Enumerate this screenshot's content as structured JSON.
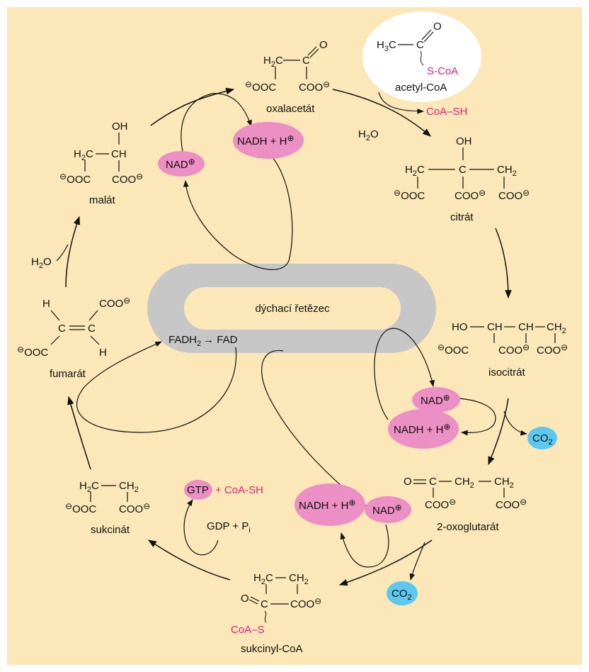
{
  "colors": {
    "background": "#fbe7b7",
    "pill": "#c6c6c6",
    "pill_inner": "#fbe7b7",
    "nad_bubble": "#ec8fc4",
    "co2_bubble": "#5cc8f0",
    "pink_text": "#e0207a"
  },
  "center": {
    "label": "dýchací řetězec",
    "fadh2": "FADH",
    "fadh2_sub": "2",
    "fad": "→ FAD"
  },
  "acetyl": {
    "h3c": "H",
    "h3c_sub": "3",
    "h3c_c": "C",
    "c": "C",
    "o": "O",
    "scoa": "S-CoA",
    "name": "acetyl-CoA",
    "coash": "CoA–SH"
  },
  "oxalacetat": {
    "h2c": "H",
    "h2c_sub": "2",
    "h2c_c": "C",
    "c": "C",
    "o": "O",
    "coo_left": "OOC",
    "coo_right": "COO",
    "name": "oxalacetát"
  },
  "citrat": {
    "oh": "OH",
    "h2c": "H",
    "h2c_sub": "2",
    "h2c_c": "C",
    "c": "C",
    "ch2": "CH",
    "ch2_sub": "2",
    "coo_left": "OOC",
    "coo_mid": "COO",
    "coo_right": "COO",
    "name": "citrát",
    "h2o": "H",
    "h2o_sub": "2",
    "h2o_o": "O"
  },
  "isocitrat": {
    "ho": "HO",
    "ch1": "CH",
    "ch2": "CH",
    "ch3": "CH",
    "ch3_sub": "2",
    "coo_left": "OOC",
    "coo_mid": "COO",
    "coo_right": "COO",
    "name": "isocitrát"
  },
  "oxoglutarat": {
    "o": "O",
    "c": "C",
    "ch2a": "CH",
    "ch2a_sub": "2",
    "ch2b": "CH",
    "ch2b_sub": "2",
    "coo_left": "COO",
    "coo_right": "COO",
    "name": "2-oxoglutarát"
  },
  "sukcinylcoa": {
    "h2c": "H",
    "h2c_sub": "2",
    "h2c_c": "C",
    "ch2": "CH",
    "ch2_sub": "2",
    "o": "O",
    "c": "C",
    "coo": "COO",
    "coas": "CoA–S",
    "name": "sukcinyl-CoA"
  },
  "sukcinat": {
    "h2c": "H",
    "h2c_sub": "2",
    "h2c_c": "C",
    "ch2": "CH",
    "ch2_sub": "2",
    "coo_left": "OOC",
    "coo_right": "COO",
    "name": "sukcinát"
  },
  "fumarat": {
    "h1": "H",
    "c1": "C",
    "c2": "C",
    "h2": "H",
    "coo_right": "COO",
    "coo_left": "OOC",
    "name": "fumarát"
  },
  "malat": {
    "oh": "OH",
    "h2c": "H",
    "h2c_sub": "2",
    "h2c_c": "C",
    "ch": "CH",
    "coo_left": "OOC",
    "coo_right": "COO",
    "name": "malát"
  },
  "water_left": {
    "h": "H",
    "sub": "2",
    "o": "O"
  },
  "cofactors": {
    "nad": "NAD",
    "nadh": "NADH + H",
    "co2": "CO",
    "co2_sub": "2",
    "gtp": "GTP",
    "coash": "+ CoA-SH",
    "gdp": "GDP + P",
    "gdp_sub": "i"
  },
  "symbols": {
    "minus": "⊖",
    "plus": "⊕"
  }
}
